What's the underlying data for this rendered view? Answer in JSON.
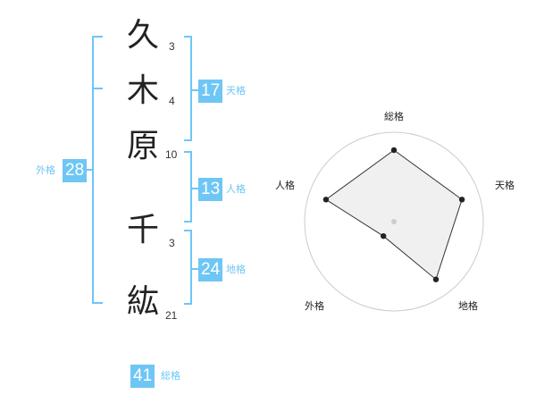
{
  "name": {
    "chars": [
      {
        "char": "久",
        "strokes": "3"
      },
      {
        "char": "木",
        "strokes": "4"
      },
      {
        "char": "原",
        "strokes": "10"
      },
      {
        "char": "千",
        "strokes": "3"
      },
      {
        "char": "紘",
        "strokes": "21"
      }
    ]
  },
  "fortunes": {
    "tenkaku": {
      "value": "17",
      "label": "天格"
    },
    "jinkaku": {
      "value": "13",
      "label": "人格"
    },
    "chikaku": {
      "value": "24",
      "label": "地格"
    },
    "gaikaku": {
      "value": "28",
      "label": "外格"
    },
    "soukaku": {
      "value": "41",
      "label": "総格"
    }
  },
  "colors": {
    "accent": "#6ec6f5",
    "text": "#222222",
    "grid": "#cccccc",
    "fill": "#eeeeee"
  },
  "chart_data": {
    "type": "radar",
    "axes": [
      "総格",
      "天格",
      "地格",
      "外格",
      "人格"
    ],
    "values": [
      4,
      4,
      4,
      1,
      4
    ],
    "max": 5
  }
}
